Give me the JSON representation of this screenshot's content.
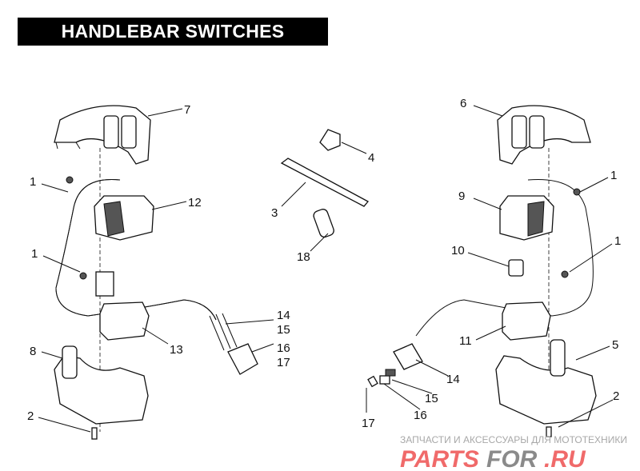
{
  "title": "HANDLEBAR SWITCHES",
  "callouts": {
    "left": {
      "housing_top": "7",
      "screw_a": "1",
      "switch": "12",
      "screw_b": "1",
      "conn_14": "14",
      "conn_15": "15",
      "conn_16": "16",
      "conn_17": "17",
      "switch_lower": "13",
      "housing_bottom": "8",
      "screw_c": "2"
    },
    "center": {
      "clip": "4",
      "tie": "3",
      "sleeve": "18"
    },
    "right": {
      "housing_top": "6",
      "screw_a": "1",
      "switch": "9",
      "module": "10",
      "screw_b": "1",
      "switch_lower": "11",
      "housing_bottom": "5",
      "conn_14": "14",
      "conn_15": "15",
      "conn_16": "16",
      "conn_17": "17",
      "screw_c": "2"
    }
  },
  "watermark": {
    "tagline": "ЗАПЧАСТИ И АКСЕССУАРЫ ДЛЯ МОТОТЕХНИКИ",
    "brand_a": "PARTS",
    "brand_b": "FOR",
    "brand_c": ".RU",
    "colors": {
      "red": "#f06a6a",
      "gray": "#8a8a8a"
    }
  }
}
